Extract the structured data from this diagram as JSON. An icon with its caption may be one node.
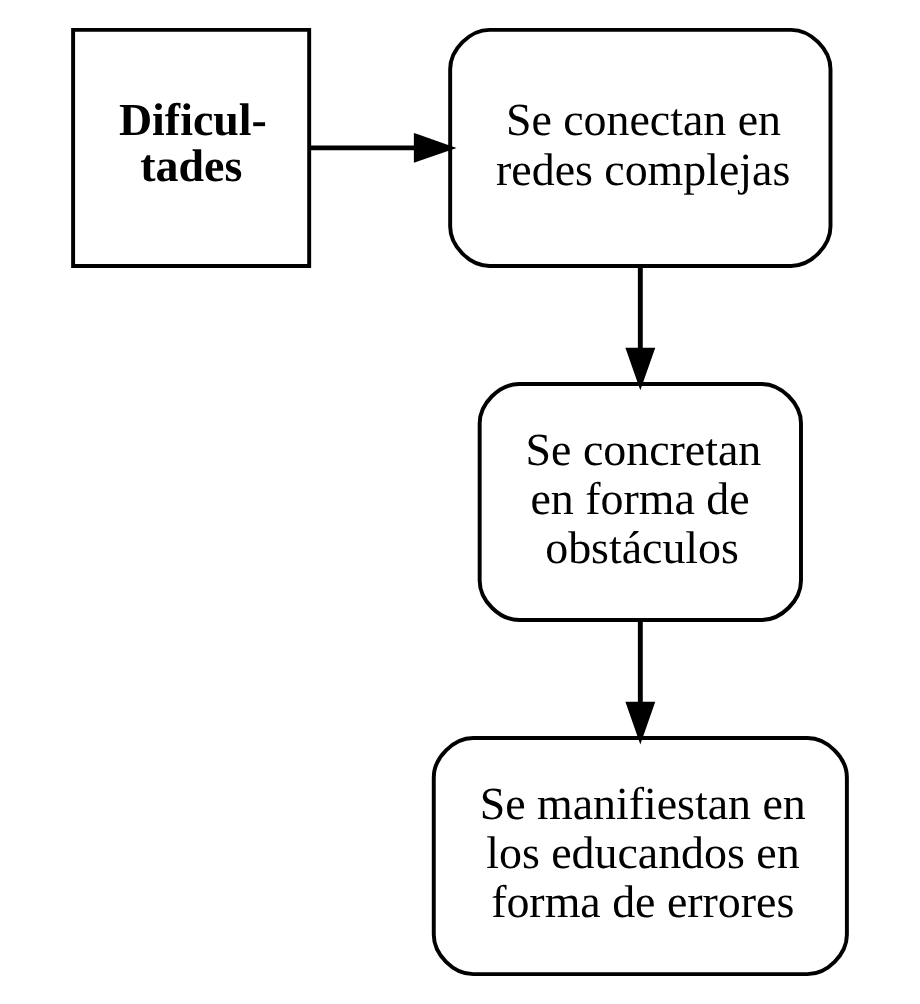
{
  "diagram": {
    "nodes": [
      {
        "text": [
          "Dificul- tades"
        ]
      },
      {
        "text": [
          "Se conectan en redes complejas"
        ]
      },
      {
        "text": [
          "Se concretan en forma de obstáculos"
        ]
      },
      {
        "text": [
          "Se manifiestan en los educandos en forma de errores"
        ]
      }
    ],
    "edges": [
      {
        "from": 0,
        "to": 1,
        "arrow": "to"
      },
      {
        "from": 1,
        "to": 2,
        "arrow": "to"
      },
      {
        "from": 2,
        "to": 3,
        "arrow": "to"
      }
    ]
  }
}
